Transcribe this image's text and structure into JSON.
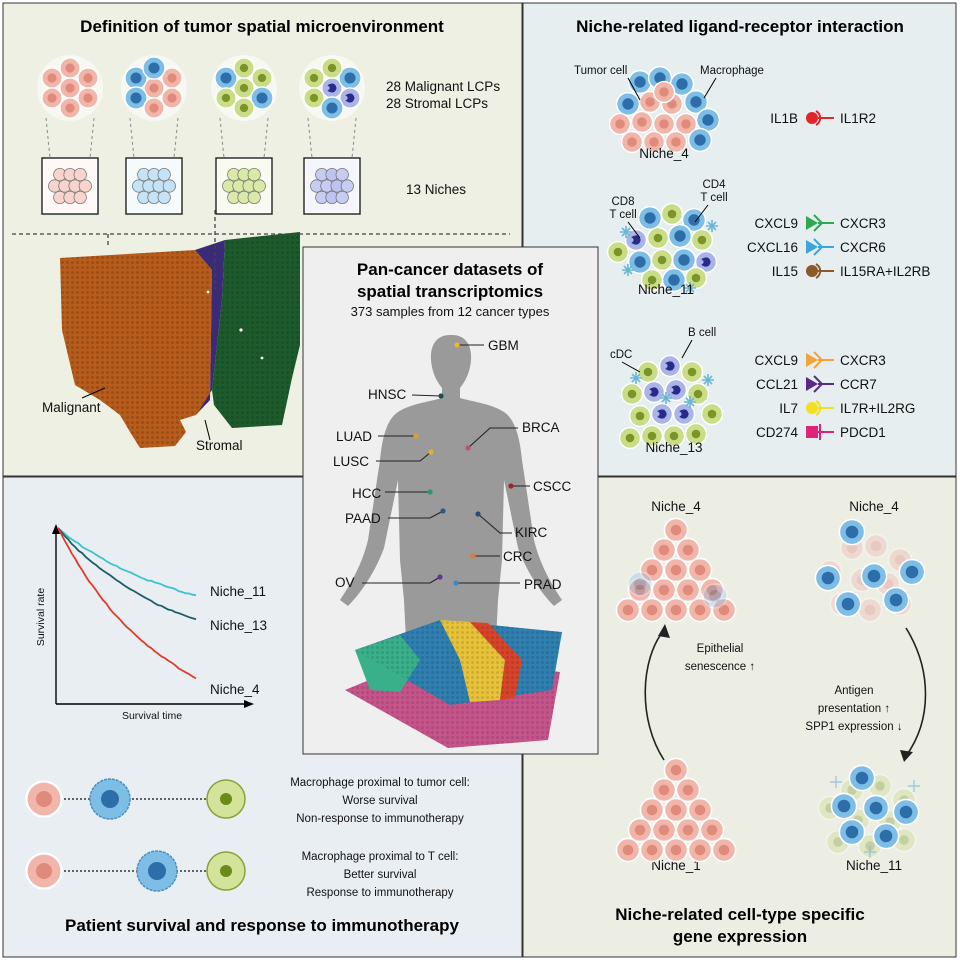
{
  "colors": {
    "panel_tl_bg": "#edf0e3",
    "panel_tr_bg": "#e6eeef",
    "panel_bl_bg": "#e9eef3",
    "panel_br_bg": "#eceee4",
    "panel_center_bg": "#efefef",
    "malignant": "#b85c1c",
    "stromal": "#1d5a2c",
    "niche_interface": "#3a2a78",
    "tumor_cell": "#f1b5a9",
    "tumor_nucleus": "#e08a7c",
    "macrophage": "#7dbde6",
    "macrophage_nucleus": "#2e6ea8",
    "t_cell": "#c9dc86",
    "t_cell_nucleus": "#7a9428",
    "b_cell": "#aab4e6",
    "curve_niche11": "#3cc3d0",
    "curve_niche13": "#1d5f66",
    "curve_niche4": "#e03a2a"
  },
  "panel_tumor_spatial": {
    "title": "Definition of tumor spatial microenvironment",
    "lcp_line1": "28 Malignant LCPs",
    "lcp_line2": "28 Stromal LCPs",
    "niches_label": "13 Niches",
    "malignant_label": "Malignant",
    "stromal_label": "Stromal"
  },
  "panel_ligand_receptor": {
    "title": "Niche-related ligand-receptor interaction",
    "niche4": {
      "name": "Niche_4",
      "tumor_label": "Tumor cell",
      "macrophage_label": "Macrophage",
      "pairs": [
        {
          "ligand": "IL1B",
          "receptor": "IL1R2",
          "color": "#e3242b"
        }
      ]
    },
    "niche11": {
      "name": "Niche_11",
      "cd8_line1": "CD8",
      "cd8_line2": "T cell",
      "cd4_line1": "CD4",
      "cd4_line2": "T cell",
      "pairs": [
        {
          "ligand": "CXCL9",
          "receptor": "CXCR3",
          "color": "#2fa84f"
        },
        {
          "ligand": "CXCL16",
          "receptor": "CXCR6",
          "color": "#3aa6dd"
        },
        {
          "ligand": "IL15",
          "receptor": "IL15RA+IL2RB",
          "color": "#8a5a2b"
        }
      ]
    },
    "niche13": {
      "name": "Niche_13",
      "cdc_label": "cDC",
      "bcell_label": "B cell",
      "pairs": [
        {
          "ligand": "CXCL9",
          "receptor": "CXCR3",
          "color": "#f2a33a"
        },
        {
          "ligand": "CCL21",
          "receptor": "CCR7",
          "color": "#5b2a86"
        },
        {
          "ligand": "IL7",
          "receptor": "IL7R+IL2RG",
          "color": "#f2df1f"
        },
        {
          "ligand": "CD274",
          "receptor": "PDCD1",
          "color": "#e0237a"
        }
      ]
    }
  },
  "panel_pan_cancer": {
    "title_line1": "Pan-cancer datasets of",
    "title_line2": "spatial transcriptomics",
    "subtitle": "373 samples from 12 cancer types",
    "cancer_types": [
      {
        "label": "GBM",
        "color": "#f2b233"
      },
      {
        "label": "HNSC",
        "color": "#1f4f4f"
      },
      {
        "label": "BRCA",
        "color": "#c0507a"
      },
      {
        "label": "LUAD",
        "color": "#d8a22a"
      },
      {
        "label": "LUSC",
        "color": "#e0b32a"
      },
      {
        "label": "CSCC",
        "color": "#9a2a2a"
      },
      {
        "label": "HCC",
        "color": "#2a9a6a"
      },
      {
        "label": "PAAD",
        "color": "#2a5a8a"
      },
      {
        "label": "KIRC",
        "color": "#2a4a7a"
      },
      {
        "label": "CRC",
        "color": "#e07a3a"
      },
      {
        "label": "OV",
        "color": "#5a3a8a"
      },
      {
        "label": "PRAD",
        "color": "#3a8ad0"
      }
    ]
  },
  "panel_survival": {
    "title": "Patient survival and response to immunotherapy",
    "xlabel": "Survival time",
    "ylabel": "Survival rate",
    "tumor_prox_line1": "Macrophage proximal to tumor cell:",
    "tumor_prox_line2": "Worse survival",
    "tumor_prox_line3": "Non-response to immunotherapy",
    "t_prox_line1": "Macrophage proximal to T cell:",
    "t_prox_line2": "Better survival",
    "t_prox_line3": "Response to immunotherapy"
  },
  "chart_data": {
    "type": "line",
    "title": "",
    "xlabel": "Survival time",
    "ylabel": "Survival rate",
    "x": [
      0,
      0.1,
      0.2,
      0.3,
      0.4,
      0.5,
      0.6,
      0.7,
      0.8,
      0.9,
      1.0
    ],
    "series": [
      {
        "name": "Niche_11",
        "color": "#3cc3d0",
        "values": [
          1.0,
          0.93,
          0.87,
          0.82,
          0.77,
          0.73,
          0.69,
          0.66,
          0.63,
          0.6,
          0.58
        ]
      },
      {
        "name": "Niche_13",
        "color": "#1d5f66",
        "values": [
          1.0,
          0.9,
          0.82,
          0.75,
          0.69,
          0.63,
          0.58,
          0.53,
          0.49,
          0.46,
          0.43
        ]
      },
      {
        "name": "Niche_4",
        "color": "#e03a2a",
        "values": [
          1.0,
          0.84,
          0.7,
          0.58,
          0.47,
          0.38,
          0.3,
          0.23,
          0.17,
          0.11,
          0.06
        ]
      }
    ]
  },
  "panel_gene_expression": {
    "title_line1": "Niche-related cell-type specific",
    "title_line2": "gene expression",
    "top_left_niche": "Niche_4",
    "top_right_niche": "Niche_4",
    "bottom_left_niche": "Niche_1",
    "bottom_right_niche": "Niche_11",
    "epi_line1": "Epithelial",
    "epi_line2": "senescence ↑",
    "antigen_line1": "Antigen",
    "antigen_line2": "presentation ↑",
    "antigen_line3": "SPP1 expression ↓"
  }
}
